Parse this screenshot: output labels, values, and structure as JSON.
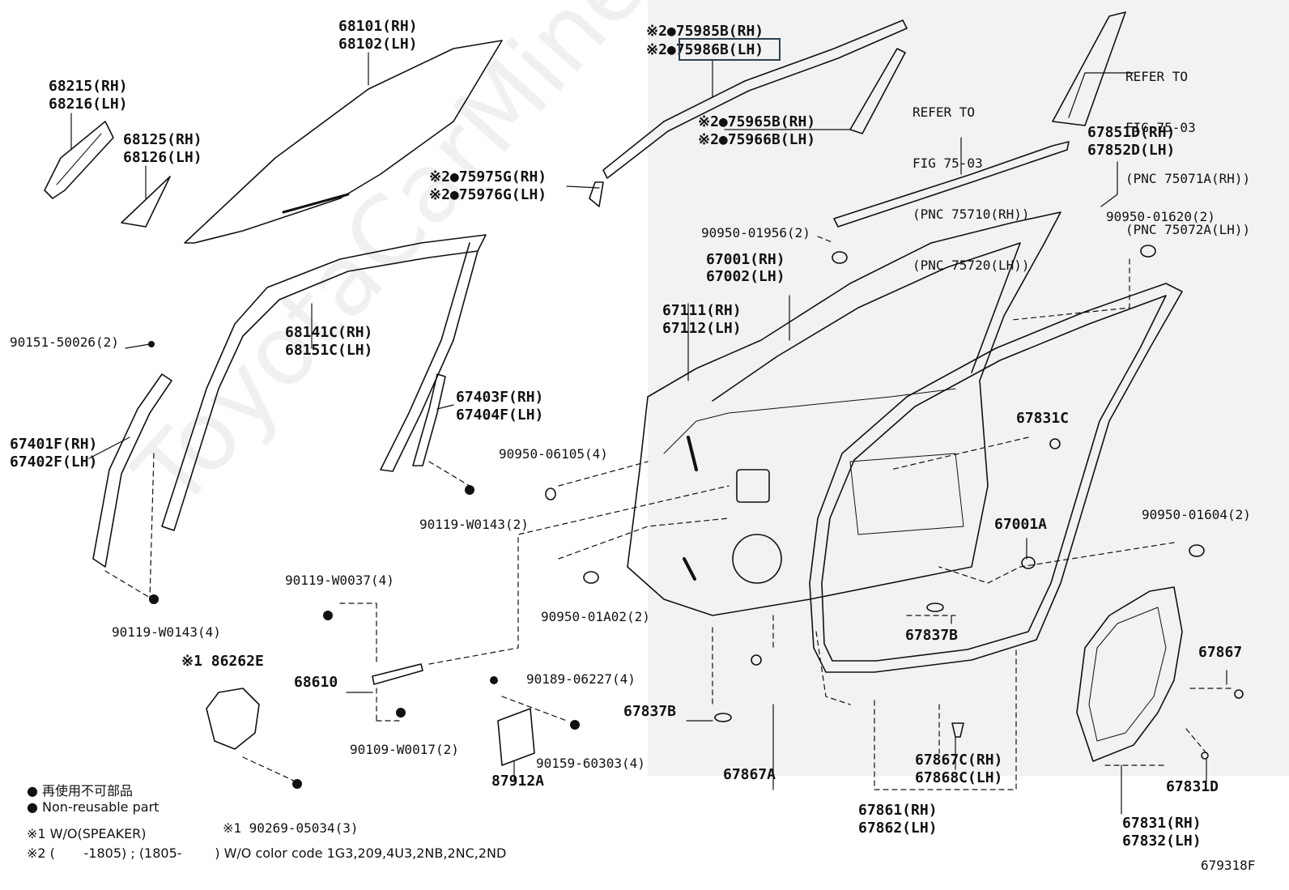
{
  "watermark": "ToyotaCarMine.ru",
  "figure_id": "679318F",
  "labels": {
    "l75985": "※2●75985B(RH)",
    "l75986": "※2●75986B(LH)",
    "l75965": "※2●75965B(RH)",
    "l75966": "※2●75966B(LH)",
    "l75975": "※2●75975G(RH)",
    "l75976": "※2●75976G(LH)",
    "l68101": "68101(RH)",
    "l68102": "68102(LH)",
    "l68215": "68215(RH)",
    "l68216": "68216(LH)",
    "l68125": "68125(RH)",
    "l68126": "68126(LH)",
    "l68141": "68141C(RH)",
    "l68151": "68151C(LH)",
    "l9015150026": "90151-50026(2)",
    "l67401": "67401F(RH)",
    "l67402": "67402F(LH)",
    "l67403": "67403F(RH)",
    "l67404": "67404F(LH)",
    "l9095006105": "90950-06105(4)",
    "l90119W0143_2": "90119-W0143(2)",
    "l90119W0143_4": "90119-W0143(4)",
    "l90119W0037": "90119-W0037(4)",
    "l68610": "68610",
    "l90109W0017": "90109-W0017(2)",
    "l86262E": "※1 86262E",
    "l90269": "※1 90269-05034(3)",
    "l9095001A02": "90950-01A02(2)",
    "l9018906227": "90189-06227(4)",
    "l9015960303": "90159-60303(4)",
    "l87912A": "87912A",
    "l9095001956": "90950-01956(2)",
    "l67001": "67001(RH)",
    "l67002": "67002(LH)",
    "l67111": "67111(RH)",
    "l67112": "67112(LH)",
    "l67837B_a": "67837B",
    "l67837B_b": "67837B",
    "l67867A": "67867A",
    "l67867C": "67867C(RH)",
    "l67868C": "67868C(LH)",
    "l67861": "67861(RH)",
    "l67862": "67862(LH)",
    "l67831C": "67831C",
    "l67001A": "67001A",
    "l9095001604": "90950-01604(2)",
    "l67867": "67867",
    "l67831D": "67831D",
    "l67831": "67831(RH)",
    "l67832": "67832(LH)",
    "l67851": "67851D(RH)",
    "l67852": "67852D(LH)",
    "l9095001620": "90950-01620(2)"
  },
  "refs": {
    "ref1_l1": "REFER TO",
    "ref1_l2": "FIG 75-03",
    "ref1_l3": "(PNC 75710(RH))",
    "ref1_l4": "(PNC 75720(LH))",
    "ref2_l1": "REFER TO",
    "ref2_l2": "FIG 75-03",
    "ref2_l3": "(PNC 75071A(RH))",
    "ref2_l4": "(PNC 75072A(LH))"
  },
  "legend": {
    "jp": "● 再使用不可部品",
    "en": "● Non-reusable part",
    "note1": "※1 W/O(SPEAKER)",
    "note2": "※2 (       -1805) ; (1805-        ) W/O color code 1G3,209,4U3,2NB,2NC,2ND"
  }
}
